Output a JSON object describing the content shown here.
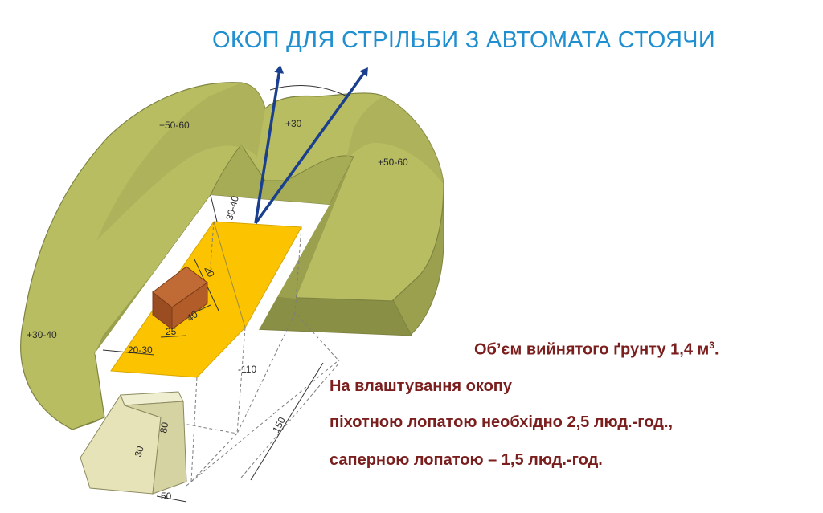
{
  "title": "ОКОП ДЛЯ СТРІЛЬБИ З АВТОМАТА СТОЯЧИ",
  "diagram": {
    "elevations": {
      "left_parapet": "+50-60",
      "front_notch": "+30",
      "right_parapet": "+50-60",
      "outer_berm": "+30-40"
    },
    "dimensions": {
      "front_margin": "30-40",
      "side_margin": "20-30",
      "niche_height": "20",
      "niche_length": "40",
      "niche_width": "25",
      "depth": "-110",
      "length": "150",
      "step_depth": "80",
      "step_height": "30",
      "step_width": "50"
    }
  },
  "info": {
    "volume_text": "Об’єм вийнятого ґрунту 1,4 м",
    "volume_sup": "3",
    "volume_end": ".",
    "labor_intro": "На влаштування окопу",
    "labor_shovel": "піхотною лопатою  необхідно 2,5 люд.-год.,",
    "labor_sapper": "саперною лопатою – 1,5 люд.-год."
  },
  "colors": {
    "title": "#1f8fd0",
    "parapet_top": "#b8bd62",
    "parapet_side": "#9aa04e",
    "floor": "#fcc400",
    "niche": "#b25c2a",
    "step": "#e6e3b8",
    "arrow": "#1a3f8e",
    "info_text": "#7a1e1e"
  }
}
